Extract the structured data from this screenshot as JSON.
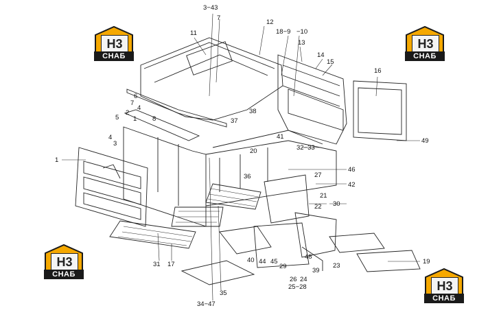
{
  "logos": [
    {
      "mark": "H3",
      "text": "СНАБ"
    },
    {
      "mark": "H3",
      "text": "СНАБ"
    },
    {
      "mark": "H3",
      "text": "СНАБ"
    },
    {
      "mark": "H3",
      "text": "СНАБ"
    }
  ],
  "labels": [
    "3−43",
    "7",
    "12",
    "18−9",
    "−10",
    "11",
    "13",
    "14",
    "15",
    "16",
    "6",
    "7",
    "4",
    "2",
    "5",
    "1",
    "8",
    "38",
    "37",
    "41",
    "32−33",
    "20",
    "4",
    "3",
    "36",
    "46",
    "27",
    "42",
    "21",
    "22",
    "30",
    "49",
    "1",
    "31",
    "17",
    "40",
    "44",
    "45",
    "29",
    "48",
    "23",
    "39",
    "26",
    "24",
    "25−28",
    "19",
    "35",
    "34−47"
  ],
  "colors": {
    "line": "#222222",
    "accent": "#f5a800",
    "logo_dark": "#1a1a1a"
  }
}
